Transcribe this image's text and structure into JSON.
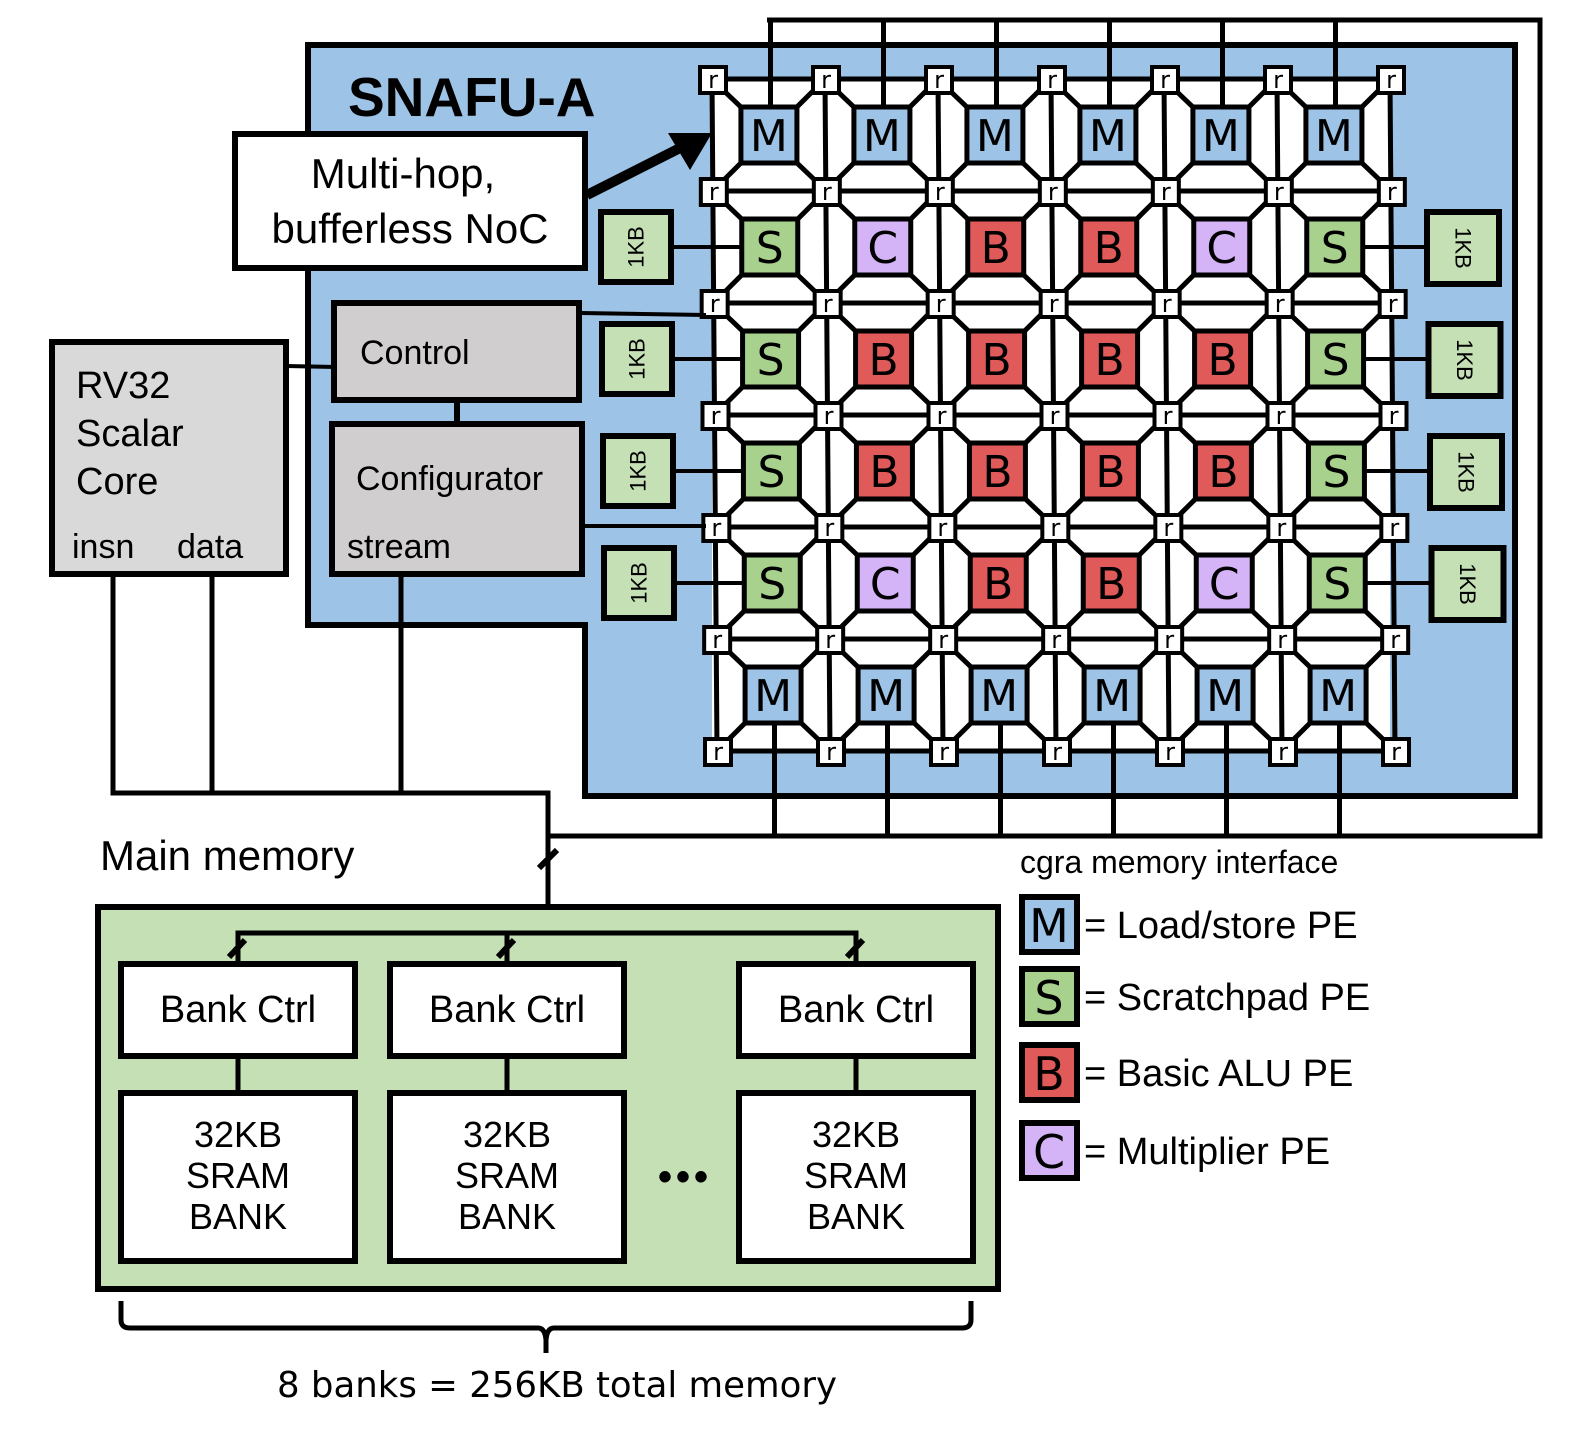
{
  "colors": {
    "snafu_bg": "#9dc3e6",
    "memory_bg": "#c5e0b4",
    "gray_block": "#d0cece",
    "core_block": "#d9d9d9",
    "pe_M": "#9dc3e6",
    "pe_S": "#a9d18e",
    "pe_B": "#e05a5a",
    "pe_C": "#d5b3f7",
    "scratch_1kb": "#c5e0b4"
  },
  "snafu": {
    "title": "SNAFU-A",
    "noc_callout": [
      "Multi-hop,",
      "bufferless NoC"
    ],
    "control_label": "Control",
    "configurator_label": "Configurator",
    "stream_label": "stream",
    "router_label": "r",
    "scratchpad_label": "1KB",
    "pe_grid": [
      [
        "M",
        "M",
        "M",
        "M",
        "M",
        "M"
      ],
      [
        "S",
        "C",
        "B",
        "B",
        "C",
        "S"
      ],
      [
        "S",
        "B",
        "B",
        "B",
        "B",
        "S"
      ],
      [
        "S",
        "B",
        "B",
        "B",
        "B",
        "S"
      ],
      [
        "S",
        "C",
        "B",
        "B",
        "C",
        "S"
      ],
      [
        "M",
        "M",
        "M",
        "M",
        "M",
        "M"
      ]
    ]
  },
  "core": {
    "lines": [
      "RV32",
      "Scalar",
      "Core"
    ],
    "insn_label": "insn",
    "data_label": "data"
  },
  "memory": {
    "title": "Main memory",
    "interface_label": "cgra memory interface",
    "bank_ctrl_label": "Bank Ctrl",
    "bank_lines": [
      "32KB",
      "SRAM",
      "BANK"
    ],
    "ellipsis": "•••",
    "brace_caption": "8 banks = 256KB total memory"
  },
  "legend": [
    {
      "letter": "M",
      "label": "= Load/store PE"
    },
    {
      "letter": "S",
      "label": "= Scratchpad PE"
    },
    {
      "letter": "B",
      "label": "= Basic ALU PE"
    },
    {
      "letter": "C",
      "label": "= Multiplier PE"
    }
  ]
}
